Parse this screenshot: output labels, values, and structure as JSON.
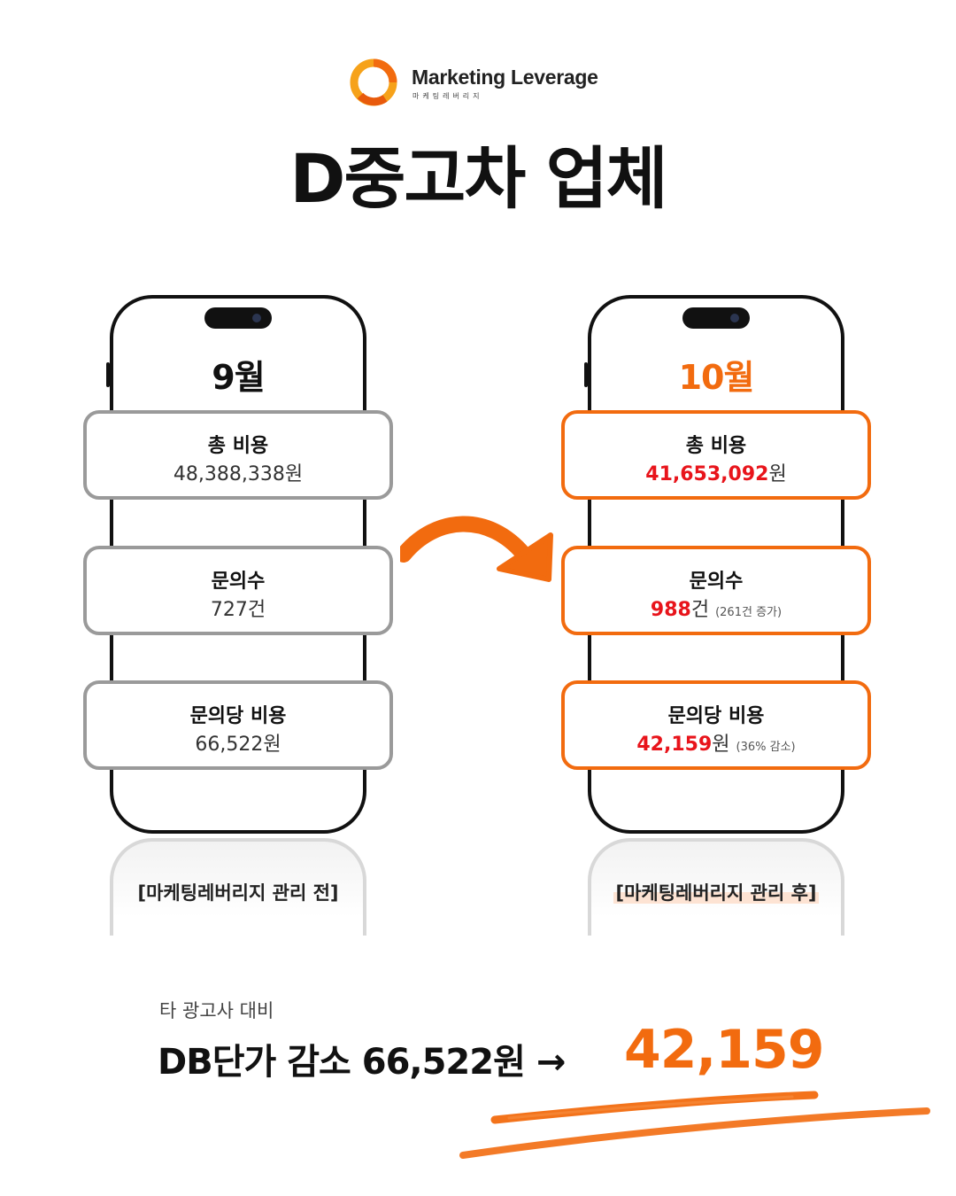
{
  "brand": {
    "name": "Marketing Leverage",
    "sub_name": "마케팅레버리지",
    "accent_color": "#f26b0f",
    "highlight_color": "#e8141b"
  },
  "title": "D중고차 업체",
  "before": {
    "month": "9월",
    "metrics": [
      {
        "label": "총 비용",
        "value": "48,388,338",
        "unit": "원"
      },
      {
        "label": "문의수",
        "value": "727",
        "unit": "건"
      },
      {
        "label": "문의당 비용",
        "value": "66,522",
        "unit": "원"
      }
    ],
    "caption": "[마케팅레버리지 관리 전]"
  },
  "after": {
    "month": "10월",
    "metrics": [
      {
        "label": "총 비용",
        "value": "41,653,092",
        "unit": "원",
        "note": ""
      },
      {
        "label": "문의수",
        "value": "988",
        "unit": "건",
        "note": "(261건 증가)"
      },
      {
        "label": "문의당 비용",
        "value": "42,159",
        "unit": "원",
        "note": "(36% 감소)"
      }
    ],
    "caption": "[마케팅레버리지 관리 후]"
  },
  "summary": {
    "compare_label": "타 광고사 대비",
    "headline": "DB단가 감소 66,522원 →",
    "result_value": "42,159"
  }
}
